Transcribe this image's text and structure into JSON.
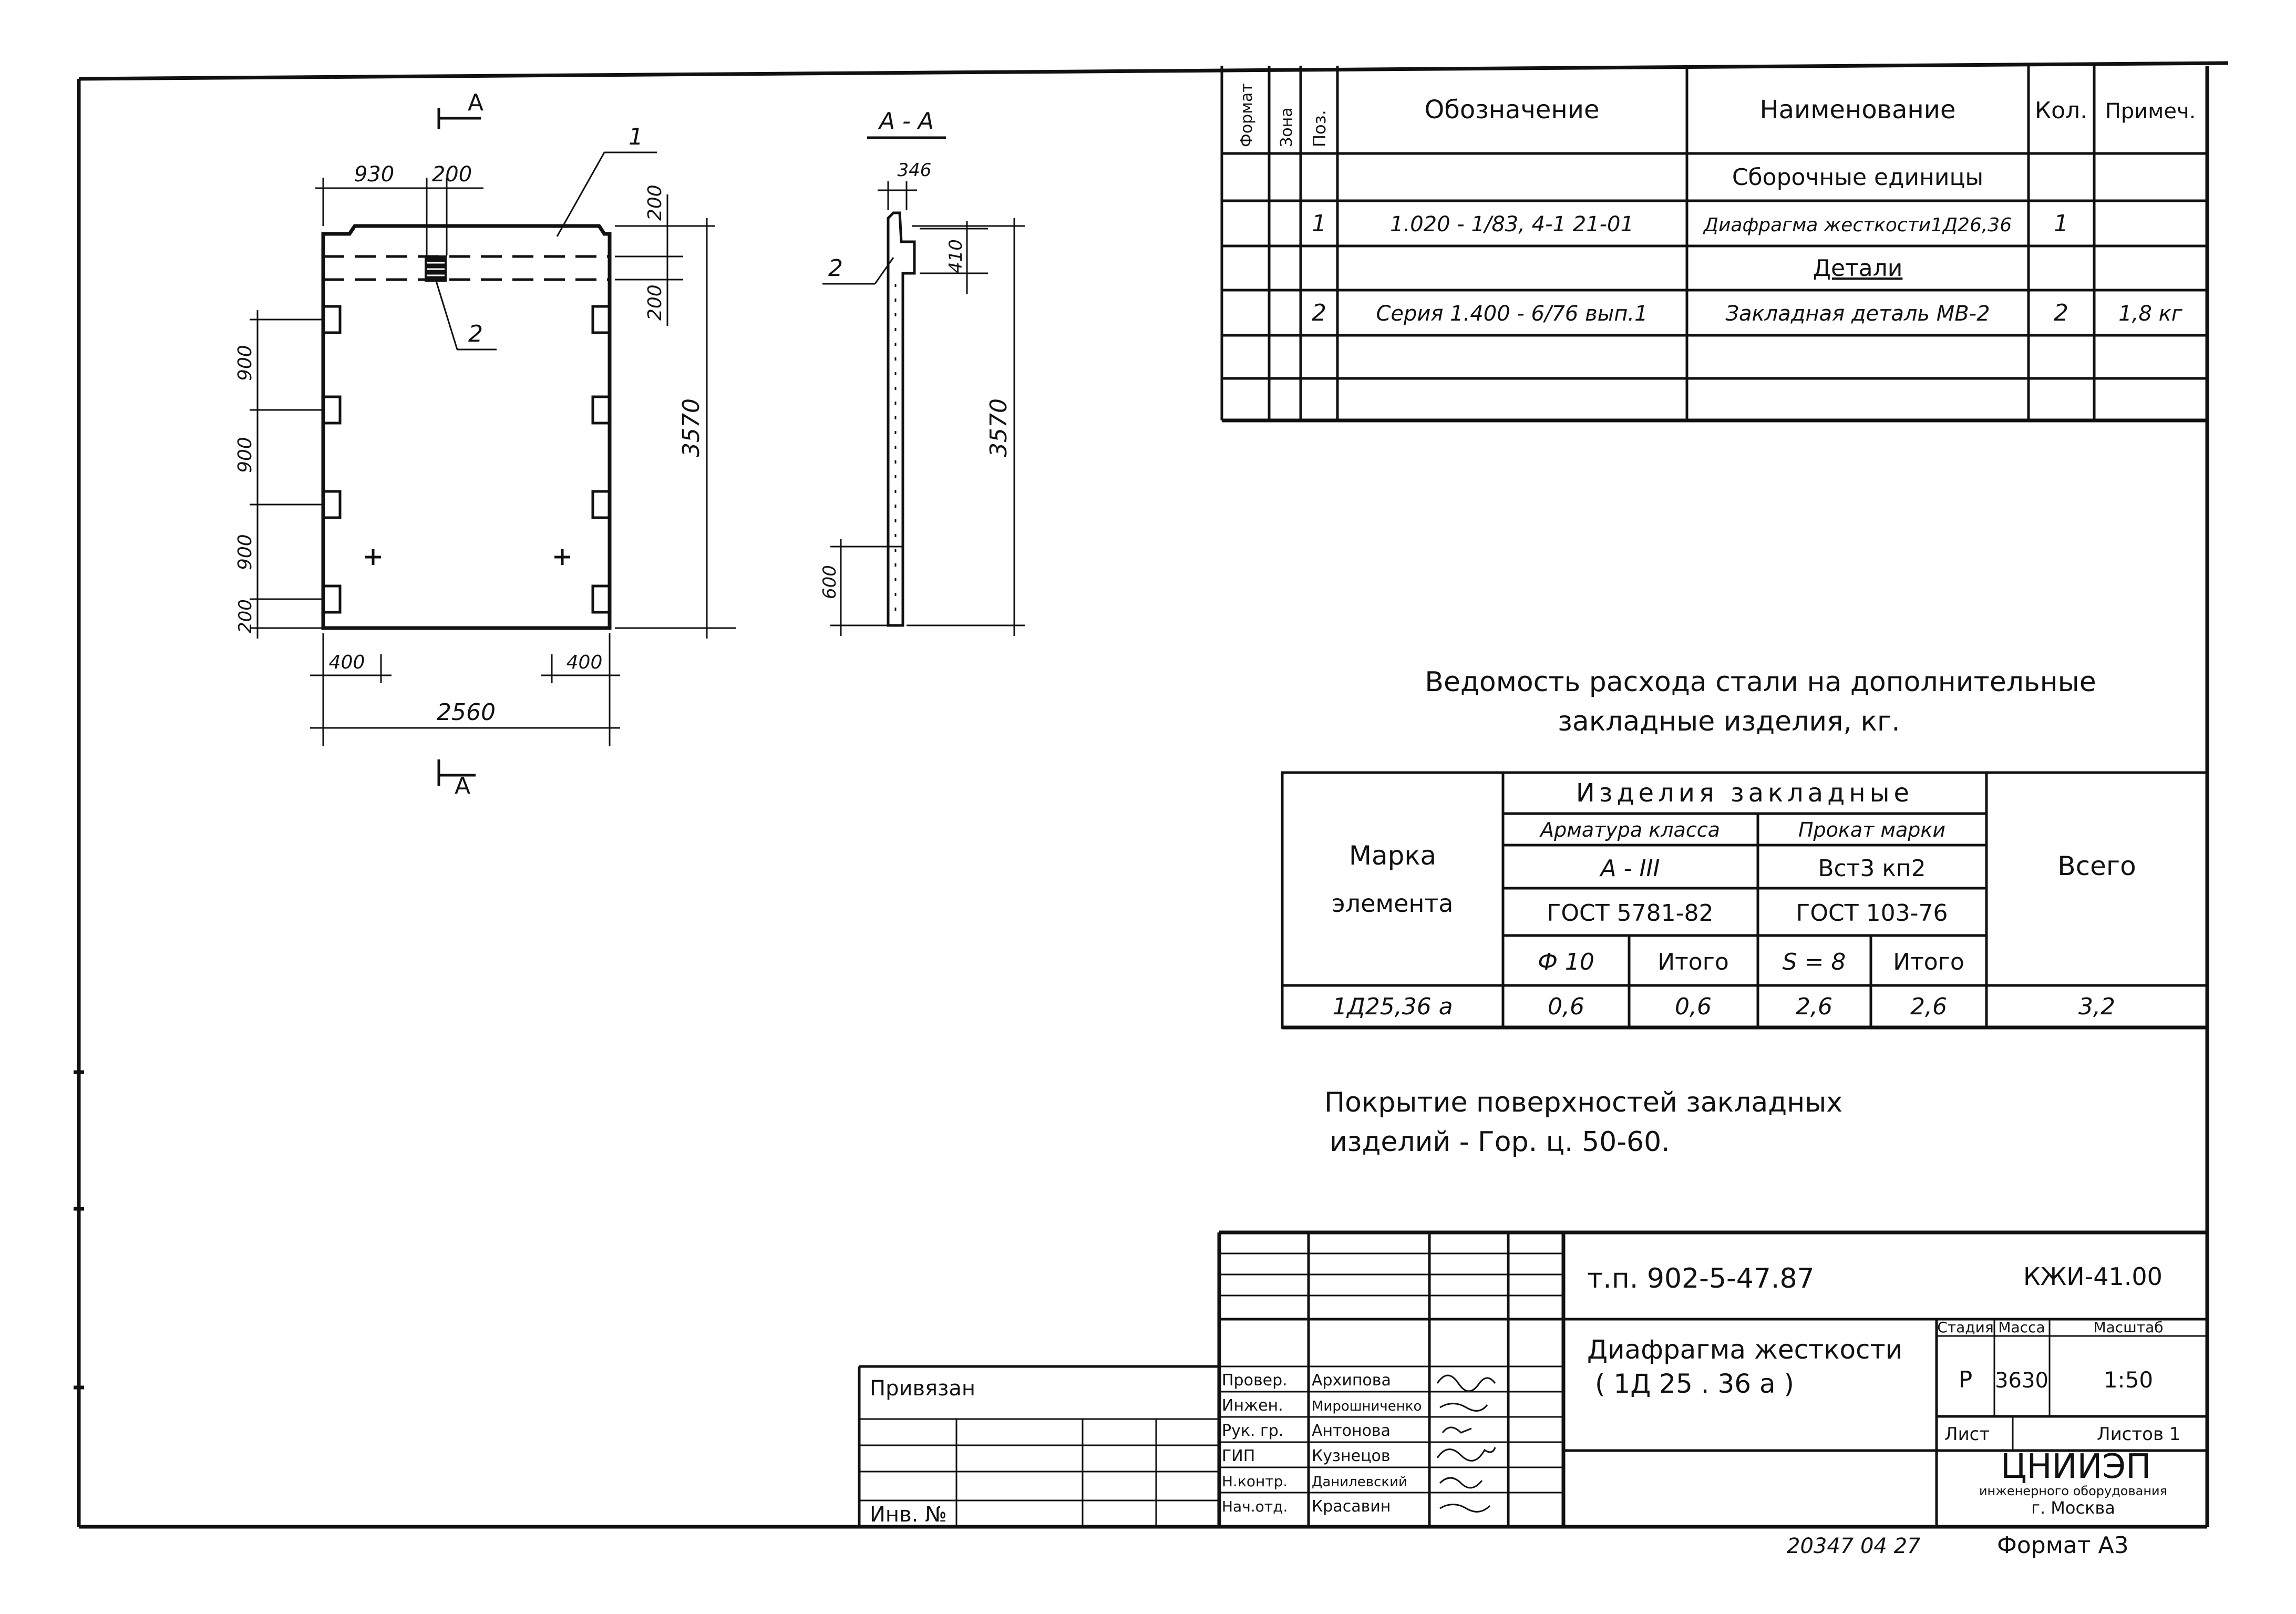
{
  "spec_table": {
    "headers": {
      "format": "Формат",
      "zone": "Зона",
      "pos": "Поз.",
      "designation": "Обозначение",
      "name": "Наименование",
      "qty": "Кол.",
      "note": "Примеч."
    },
    "section_assembly": "Сборочные единицы",
    "row1": {
      "pos": "1",
      "designation": "1.020 - 1/83, 4-1 21-01",
      "name": "Диафрагма жесткости1Д26,36",
      "qty": "1",
      "note": ""
    },
    "section_details": "Детали",
    "row2": {
      "pos": "2",
      "designation": "Серия 1.400 - 6/76 вып.1",
      "name": "Закладная деталь МВ-2",
      "qty": "2",
      "note": "1,8 кг"
    }
  },
  "steel_statement": {
    "title_line1": "Ведомость расхода стали на дополнительные",
    "title_line2": "закладные изделия, кг.",
    "col_mark_1": "Марка",
    "col_mark_2": "элемента",
    "group_header": "Изделия закладные",
    "rebar_class_label": "Арматура класса",
    "rebar_class": "А - III",
    "rebar_gost": "ГОСТ 5781-82",
    "rebar_sub1": "Ф 10",
    "rebar_sub2": "Итого",
    "rolled_label": "Прокат марки",
    "rolled_grade": "Вст3 кп2",
    "rolled_gost": "ГОСТ 103-76",
    "rolled_sub1": "S = 8",
    "rolled_sub2": "Итого",
    "col_total": "Всего",
    "row": {
      "mark": "1Д25,36 а",
      "phi10": "0,6",
      "rebar_total": "0,6",
      "s8": "2,6",
      "rolled_total": "2,6",
      "total": "3,2"
    }
  },
  "coating_note_line1": "Покрытие поверхностей закладных",
  "coating_note_line2": "изделий - Гор. ц. 50-60.",
  "drawing_plan": {
    "section_mark": "А",
    "dims": {
      "d930": "930",
      "d200": "200",
      "d200b": "200",
      "d200c": "200",
      "d900a": "900",
      "d900b": "900",
      "d900c": "900",
      "d200d": "200",
      "d3570": "3570",
      "d400a": "400",
      "d400b": "400",
      "d2560": "2560"
    },
    "leader1": "1",
    "leader2": "2"
  },
  "drawing_section": {
    "title": "А - А",
    "dims": {
      "d346": "346",
      "d410": "410",
      "d3570": "3570",
      "d600": "600"
    },
    "leader2": "2"
  },
  "title_block": {
    "doc_number": "т.п. 902-5-47.87",
    "sheet_code": "КЖИ-41.00",
    "title_line1": "Диафрагма жесткости",
    "title_line2": "( 1Д 25 . 36 а )",
    "stage_label": "Стадия",
    "mass_label": "Масса",
    "scale_label": "Масштаб",
    "stage": "Р",
    "mass": "3630",
    "scale": "1:50",
    "sheet_label": "Лист",
    "sheets_label": "Листов 1",
    "org_name": "ЦНИИЭП",
    "org_sub": "инженерного оборудования",
    "org_city": "г. Москва",
    "roles": [
      {
        "role": "Провер.",
        "name": "Архипова"
      },
      {
        "role": "Инжен.",
        "name": "Мирошниченко"
      },
      {
        "role": "Рук. гр.",
        "name": "Антонова"
      },
      {
        "role": "ГИП",
        "name": "Кузнецов"
      },
      {
        "role": "Н.контр.",
        "name": "Данилевский"
      },
      {
        "role": "Нач.отд.",
        "name": "Красавин"
      }
    ],
    "linked_label": "Привязан",
    "inv_label": "Инв. №"
  },
  "footer": {
    "stamp_number": "20347 04 27",
    "format_label": "Формат А3"
  }
}
